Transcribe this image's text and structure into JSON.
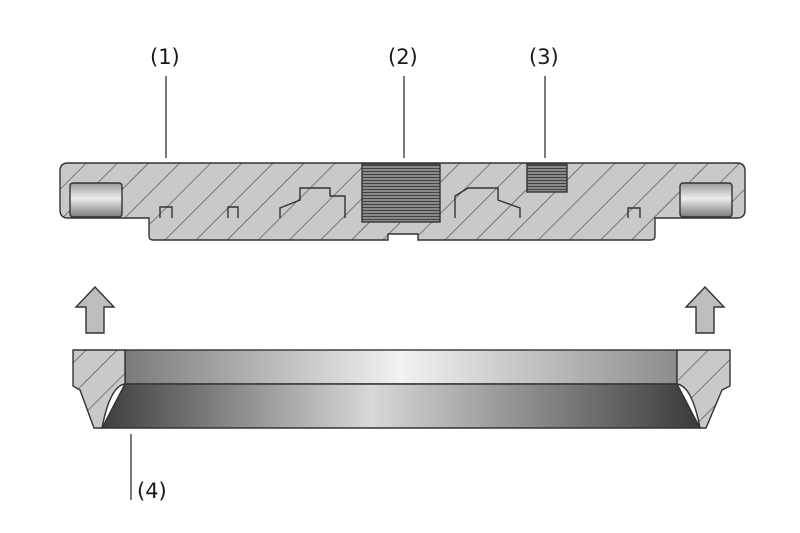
{
  "callouts": {
    "c1": "(1)",
    "c2": "(2)",
    "c3": "(3)",
    "c4": "(4)"
  },
  "parts": {
    "upper_plate": "cross-section-plate",
    "threaded_bore_large": "thread-large",
    "threaded_bore_small": "thread-small",
    "lower_ring": "seal-ring"
  },
  "icons": {
    "left_arrow": "up-arrow-icon",
    "right_arrow": "up-arrow-icon"
  },
  "colors": {
    "section_fill": "#c9c9c9",
    "hatch": "#4a4a4a",
    "outline": "#333333",
    "arrow_fill": "#bdbdbd"
  }
}
